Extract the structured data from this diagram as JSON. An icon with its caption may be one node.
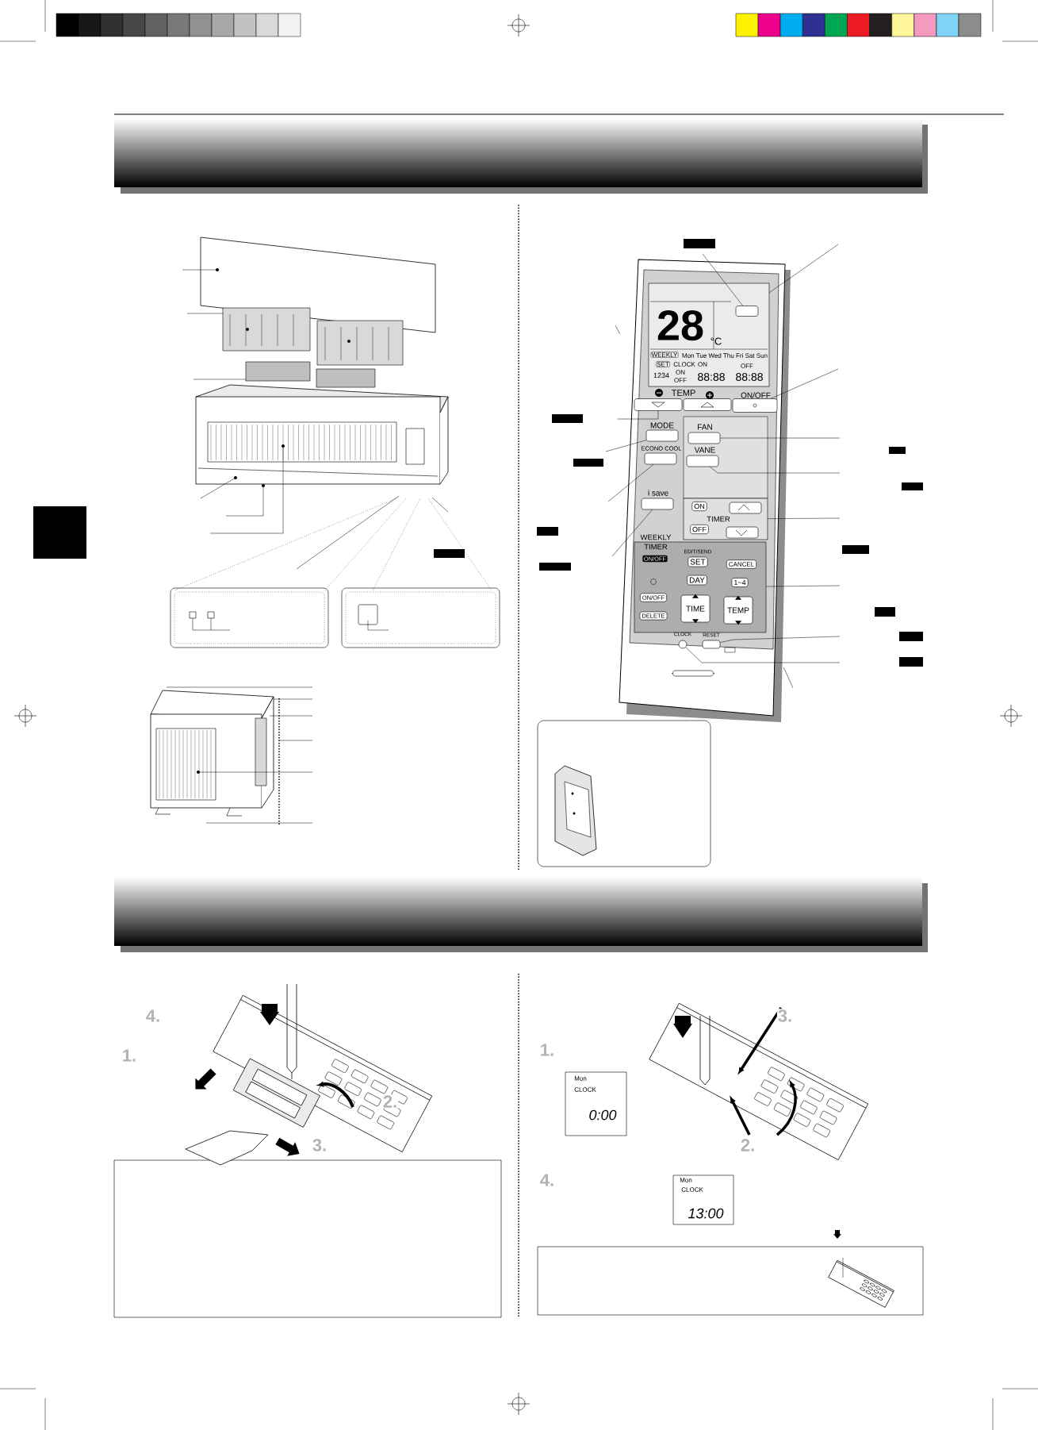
{
  "diagram": {
    "nodes": [
      {
        "text": [],
        "shape": "picture"
      },
      {
        "text": [],
        "shape": "box",
        "in": 0
      },
      {
        "text": [],
        "shape": "box",
        "in": 1
      },
      {
        "text": [],
        "shape": "box",
        "in": 0
      },
      {
        "text": [],
        "shape": "box",
        "in": 0
      },
      {
        "text": [],
        "shape": "box",
        "in": 0
      },
      {
        "text": [],
        "shape": "box",
        "in": 0
      },
      {
        "text": [],
        "shape": "box",
        "in": 0
      },
      {
        "text": [],
        "shape": "box",
        "in": 0
      },
      {
        "text": [],
        "shape": "box",
        "in": 0
      },
      {
        "text": [],
        "shape": "box",
        "in": 0
      },
      {
        "text": [],
        "shape": "box",
        "in": 0
      },
      {
        "text": [],
        "shape": "box",
        "in": 0
      },
      {
        "text": [],
        "shape": "circle",
        "in": 0
      },
      {
        "text": [],
        "shape": "box",
        "in": 0
      },
      {
        "text": [],
        "shape": "box"
      },
      {
        "text": [],
        "shape": "box"
      }
    ],
    "edges": [
      {
        "from": null,
        "to": 0,
        "arrow": "none"
      },
      {
        "from": null,
        "to": 2,
        "arrow": "none"
      },
      {
        "from": null,
        "to": 1,
        "arrow": "none"
      },
      {
        "from": null,
        "to": 5,
        "arrow": "none"
      },
      {
        "from": null,
        "to": 3,
        "arrow": "none"
      },
      {
        "from": null,
        "to": 6,
        "arrow": "none"
      },
      {
        "from": null,
        "to": 7,
        "arrow": "none"
      },
      {
        "from": null,
        "to": 8,
        "arrow": "none"
      },
      {
        "from": null,
        "to": 9,
        "arrow": "none"
      },
      {
        "from": null,
        "to": 10,
        "arrow": "none"
      },
      {
        "from": null,
        "to": 11,
        "arrow": "none"
      },
      {
        "from": null,
        "to": 12,
        "arrow": "none"
      },
      {
        "from": null,
        "to": 14,
        "arrow": "none"
      },
      {
        "from": null,
        "to": 13,
        "arrow": "none"
      },
      {
        "from": null,
        "to": 0,
        "arrow": "none"
      }
    ],
    "labels": [
      "28",
      "°C",
      "WEEKLY",
      "Mon Tue Wed Thu Fri Sat Sun",
      "SET",
      "CLOCK",
      "ON",
      "OFF",
      "1234",
      "ON",
      "OFF",
      "88:88",
      "88:88",
      "TEMP",
      "ON/OFF",
      "MODE",
      "FAN",
      "ECONO COOL",
      "VANE",
      "i save",
      "ON",
      "TIMER",
      "OFF",
      "WEEKLY TIMER",
      "ON/OFF",
      "EDIT/SEND",
      "SET",
      "CANCEL",
      "DAY",
      "1~4",
      "ON/OFF",
      "DELETE",
      "TIME",
      "TEMP",
      "CLOCK",
      "RESET",
      "4.",
      "1.",
      "2.",
      "3.",
      "3.",
      "1.",
      "Mon",
      "CLOCK",
      "0:00",
      "2.",
      "4.",
      "Mon",
      "CLOCK",
      "13:00"
    ]
  }
}
